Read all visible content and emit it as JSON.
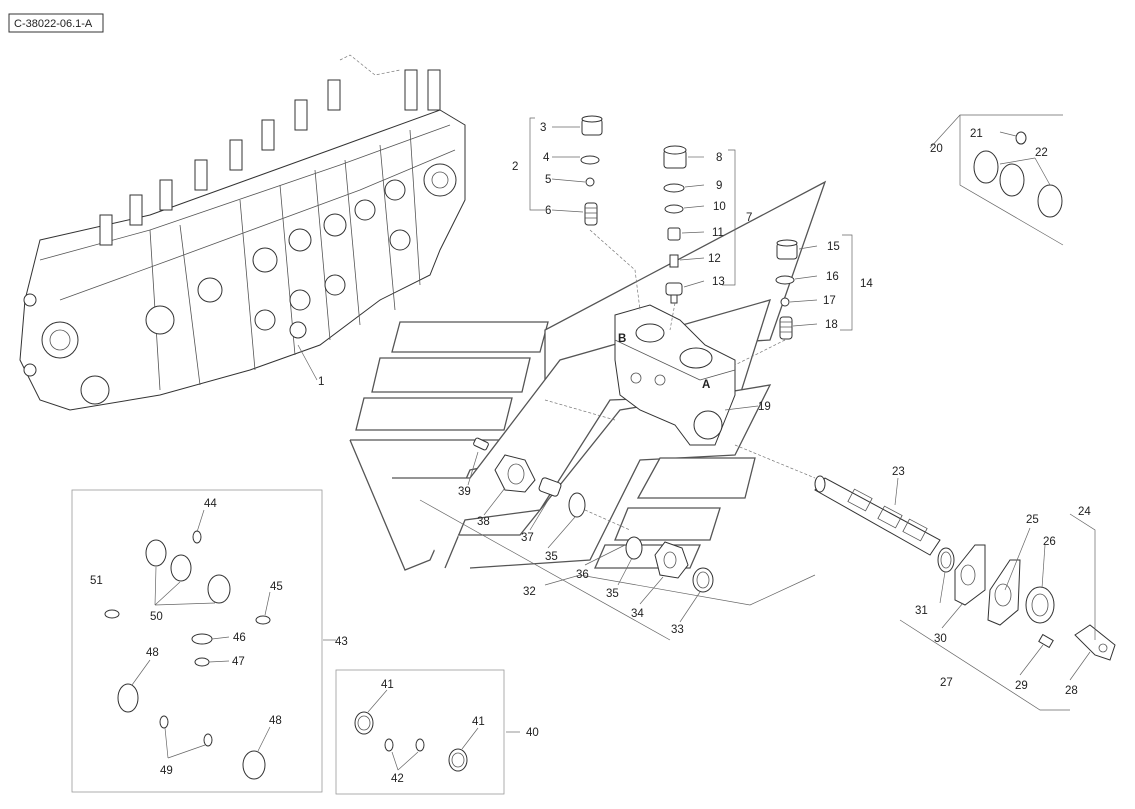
{
  "drawing": {
    "reference": "C-38022-06.1-A"
  },
  "callouts": {
    "c1": "1",
    "c2": "2",
    "c3": "3",
    "c4": "4",
    "c5": "5",
    "c6": "6",
    "c7": "7",
    "c8": "8",
    "c9": "9",
    "c10": "10",
    "c11": "11",
    "c12": "12",
    "c13": "13",
    "c14": "14",
    "c15": "15",
    "c16": "16",
    "c17": "17",
    "c18": "18",
    "c19": "19",
    "c20": "20",
    "c21": "21",
    "c22": "22",
    "c23": "23",
    "c24": "24",
    "c25": "25",
    "c26": "26",
    "c27": "27",
    "c28": "28",
    "c29": "29",
    "c30": "30",
    "c31": "31",
    "c32": "32",
    "c33": "33",
    "c34": "34",
    "c35": "35",
    "c36": "36",
    "c37": "37",
    "c38": "38",
    "c39": "39",
    "c40": "40",
    "c41": "41",
    "c42": "42",
    "c43": "43",
    "c44": "44",
    "c45": "45",
    "c46": "46",
    "c47": "47",
    "c48": "48",
    "c49": "49",
    "c50": "50",
    "c51": "51"
  },
  "body_markings": {
    "port_b": "B",
    "port_a": "A"
  }
}
